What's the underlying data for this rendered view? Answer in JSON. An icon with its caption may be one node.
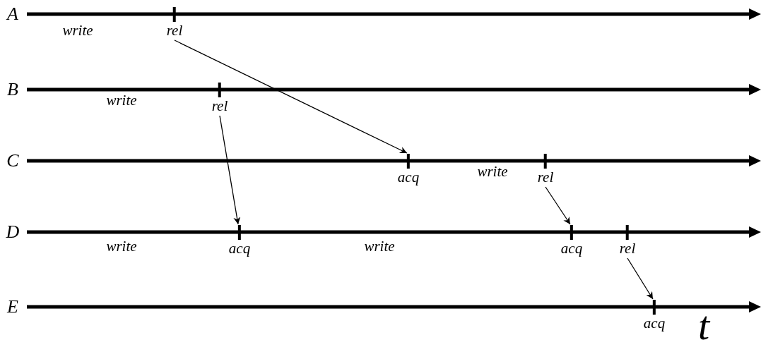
{
  "diagram": {
    "nodes": [
      {
        "text": [
          "rel"
        ]
      },
      {
        "text": [
          "rel"
        ]
      },
      {
        "text": [
          "acq"
        ]
      },
      {
        "text": [
          "rel"
        ]
      },
      {
        "text": [
          "acq"
        ]
      },
      {
        "text": [
          "acq"
        ]
      },
      {
        "text": [
          "rel"
        ]
      },
      {
        "text": [
          "acq"
        ]
      }
    ],
    "edges": [
      {
        "from": 0,
        "to": 2,
        "arrow": "to"
      },
      {
        "from": 1,
        "to": 4,
        "arrow": "to"
      },
      {
        "from": 3,
        "to": 5,
        "arrow": "to"
      },
      {
        "from": 6,
        "to": 7,
        "arrow": "to"
      }
    ],
    "labels": [
      "A",
      "write",
      "B",
      "write",
      "C",
      "write",
      "D",
      "write",
      "write",
      "E",
      "t"
    ]
  }
}
